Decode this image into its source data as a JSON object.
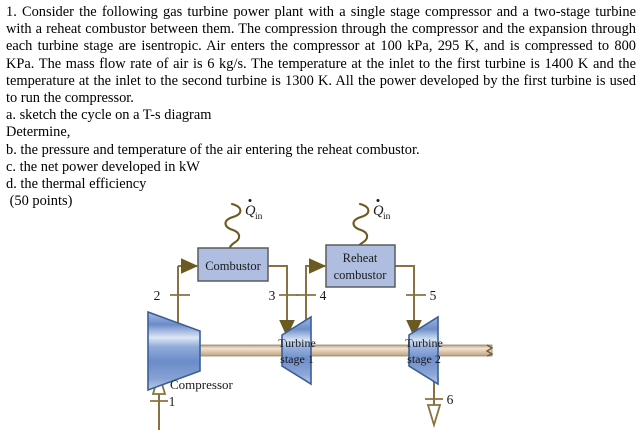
{
  "problem": {
    "lines": [
      "1. Consider the following gas turbine power plant with a single stage compressor and a two-stage turbine with a reheat combustor between them. The compression through the compressor and the expansion through each turbine stage are isentropic. Air enters the compressor at 100 kPa, 295 K, and is compressed to 800 KPa. The mass flow rate of air is 6 kg/s. The temperature at the inlet to the first turbine is 1400 K and the temperature at the inlet to the second turbine is 1300 K. All the power developed by the first turbine is used to run the compressor.",
      "a. sketch the cycle on a T-s diagram",
      "Determine,",
      "b. the pressure and temperature of the air entering the reheat combustor.",
      "c. the net power developed in kW",
      "d. the thermal efficiency",
      " (50 points)"
    ]
  },
  "diagram": {
    "heat_input_left": {
      "symbol": "Q",
      "subscript": "in"
    },
    "heat_input_right": {
      "symbol": "Q",
      "subscript": "in"
    },
    "combustor_label": "Combustor",
    "reheat_label_line1": "Reheat",
    "reheat_label_line2": "combustor",
    "turbine1_line1": "Turbine",
    "turbine1_line2": "stage 1",
    "turbine2_line1": "Turbine",
    "turbine2_line2": "stage 2",
    "compressor_label": "Compressor",
    "state_1": "1",
    "state_2": "2",
    "state_3": "3",
    "state_4": "4",
    "state_5": "5",
    "state_6": "6",
    "colors": {
      "box_fill": "#aebde0",
      "box_stroke": "#5b5b5b",
      "pipe": "#8a7240",
      "turbine_stroke": "#3a5f96",
      "shaft": "#d9c4ab",
      "heat_arrow": "#6b5a22",
      "text": "#1a1a1a"
    }
  }
}
